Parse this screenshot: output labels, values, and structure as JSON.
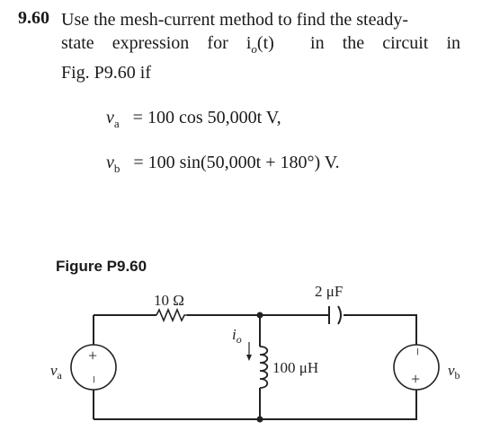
{
  "problem": {
    "number": "9.60",
    "text_lines": [
      "Use the mesh-current method to find the steady-",
      "state  expression  for  i",
      "Fig. P9.60 if"
    ],
    "io_subscript": "o",
    "io_arg": "(t)",
    "tail": "in  the  circuit  in"
  },
  "equations": {
    "va": {
      "lhs_var": "v",
      "lhs_sub": "a",
      "rhs": "= 100 cos 50,000t V,"
    },
    "vb": {
      "lhs_var": "v",
      "lhs_sub": "b",
      "rhs": "= 100 sin(50,000t + 180°) V."
    }
  },
  "figure": {
    "label": "Figure P9.60",
    "resistor_label": "10 Ω",
    "capacitor_label": "2 μF",
    "inductor_label": "100 μH",
    "current_label_var": "i",
    "current_label_sub": "o",
    "source_a_label_var": "v",
    "source_a_label_sub": "a",
    "source_b_label_var": "v",
    "source_b_label_sub": "b",
    "plus": "+",
    "minus": "−"
  }
}
